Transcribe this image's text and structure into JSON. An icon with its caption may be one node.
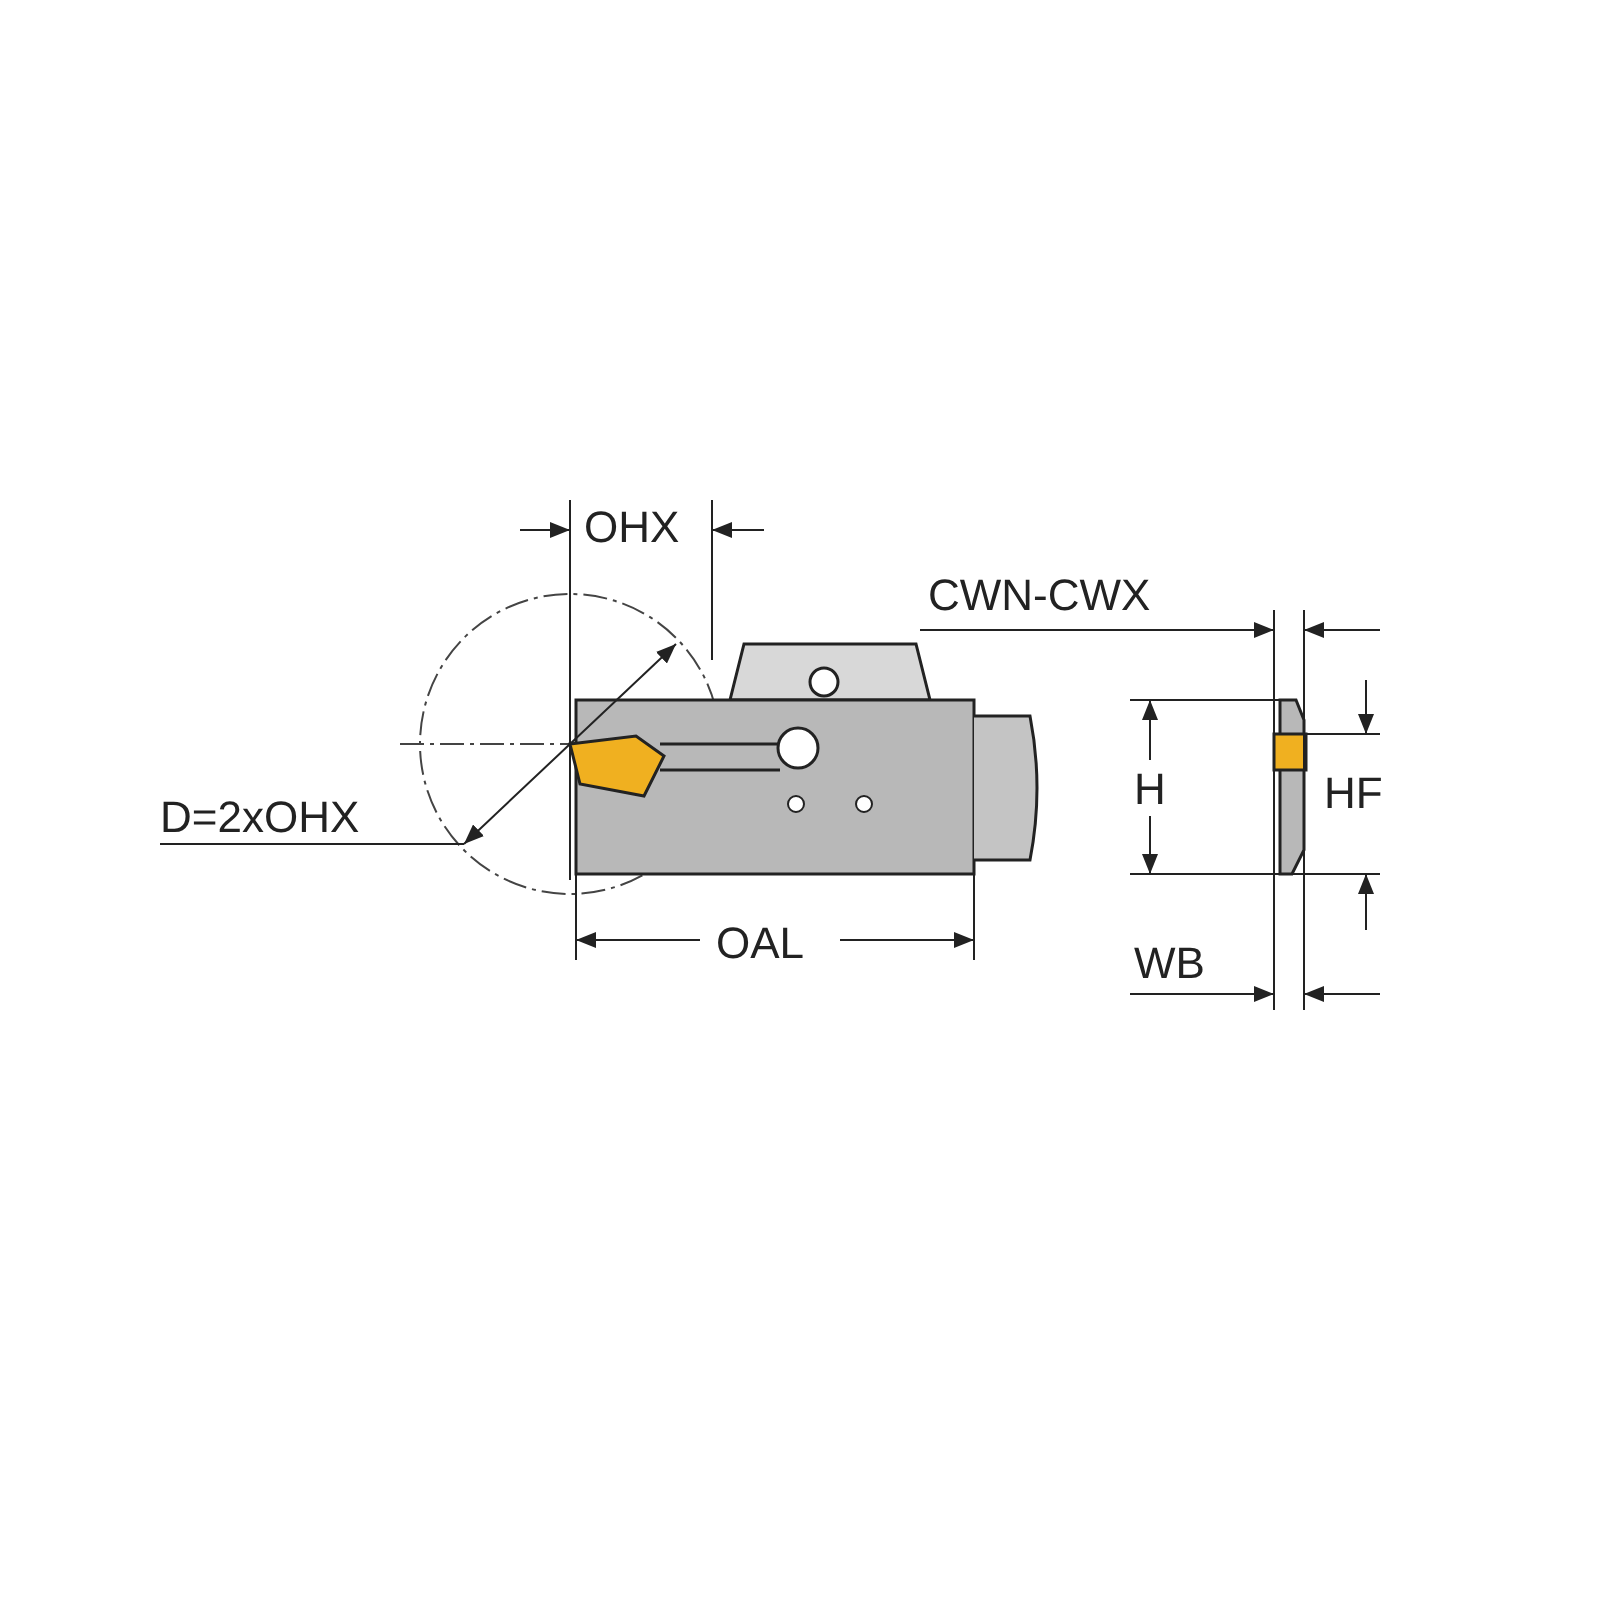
{
  "diagram": {
    "labels": [
      "OHX",
      "CWN-CWX",
      "H",
      "HF",
      "D=2xOHX",
      "OAL",
      "WB"
    ]
  }
}
